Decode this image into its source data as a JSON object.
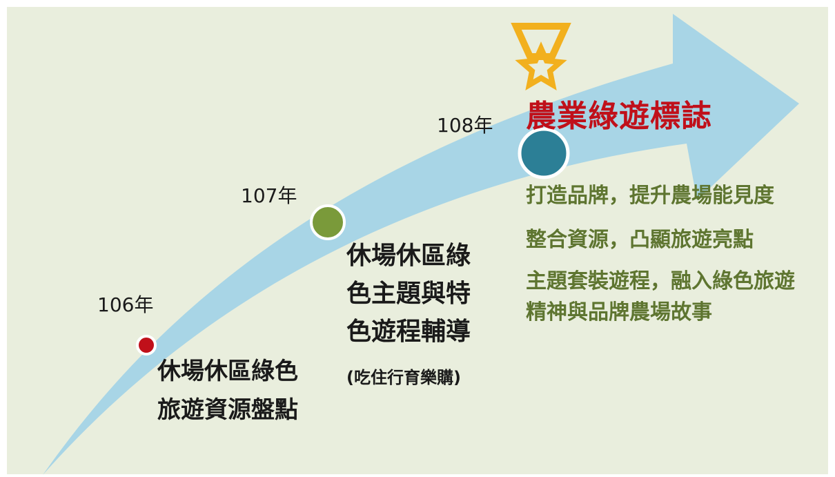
{
  "milestones": [
    {
      "year": "106年",
      "dot_color": "#c0101a",
      "lines": [
        "休場休區綠色",
        "旅遊資源盤點"
      ]
    },
    {
      "year": "107年",
      "dot_color": "#7a9a3a",
      "lines": [
        "休場休區綠",
        "色主題與特",
        "色遊程輔導"
      ],
      "note": "(吃住行育樂購)"
    },
    {
      "year": "108年",
      "dot_color": "#2c7f96",
      "title": "農業綠遊標誌",
      "bullets": [
        "打造品牌，提升農場能見度",
        "整合資源，凸顯旅遊亮點",
        "主題套裝遊程，融入綠色旅遊",
        "精神與品牌農場故事"
      ]
    }
  ],
  "colors": {
    "background": "#e9eedd",
    "arrow": "#a8d5e6",
    "medal": "#f2b01e",
    "title": "#c0101a",
    "bullet_text": "#5e7530"
  },
  "icons": {
    "medal": "medal-star-icon"
  }
}
